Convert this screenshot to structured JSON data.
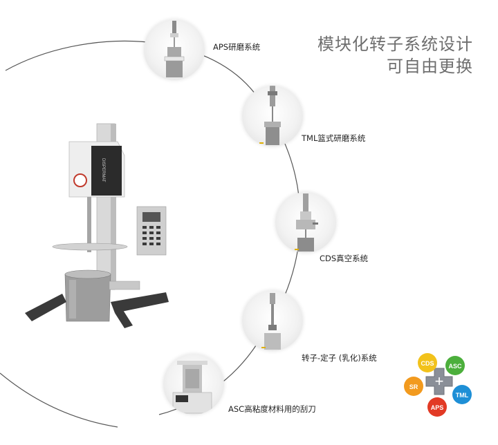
{
  "headline": {
    "line1": "模块化转子系统设计",
    "line2": "可自由更换"
  },
  "modules": [
    {
      "label": "APS研磨系统"
    },
    {
      "label": "TML篮式研磨系统"
    },
    {
      "label": "CDS真空系统"
    },
    {
      "label": "转子-定子 (乳化)系统"
    },
    {
      "label": "ASC高粘度材料用的刮刀"
    }
  ],
  "machine_panel_text": "DISPERMAT",
  "badge": {
    "center_symbol": "+",
    "items": [
      {
        "text": "CDS",
        "color": "#f2c21b"
      },
      {
        "text": "ASC",
        "color": "#4caf3c"
      },
      {
        "text": "SR",
        "color": "#f29a1e"
      },
      {
        "text": "TML",
        "color": "#1e8fd6"
      },
      {
        "text": "APS",
        "color": "#e23a25"
      }
    ]
  }
}
